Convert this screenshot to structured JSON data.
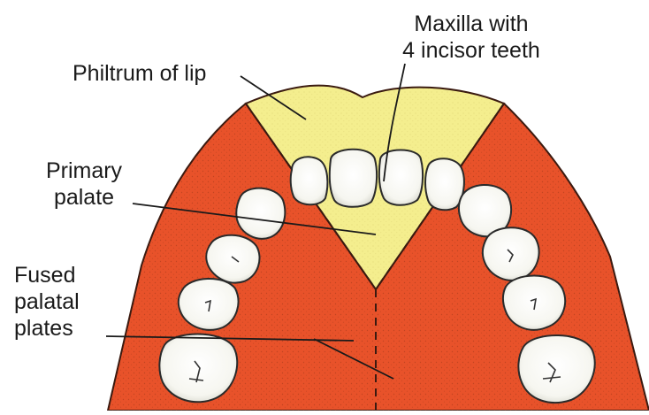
{
  "diagram": {
    "labels": {
      "maxilla": [
        "Maxilla with",
        "4 incisor teeth"
      ],
      "philtrum": "Philtrum of lip",
      "primary_palate": [
        "Primary",
        "palate"
      ],
      "fused_plates": [
        "Fused",
        "palatal",
        "plates"
      ]
    },
    "colors": {
      "palate_red": "#e8522a",
      "outline": "#3a1a10",
      "philtrum_yellow": "#f4ee8e",
      "tooth_white": "#fbfbf6",
      "leader_line": "#1a1a1a"
    }
  }
}
